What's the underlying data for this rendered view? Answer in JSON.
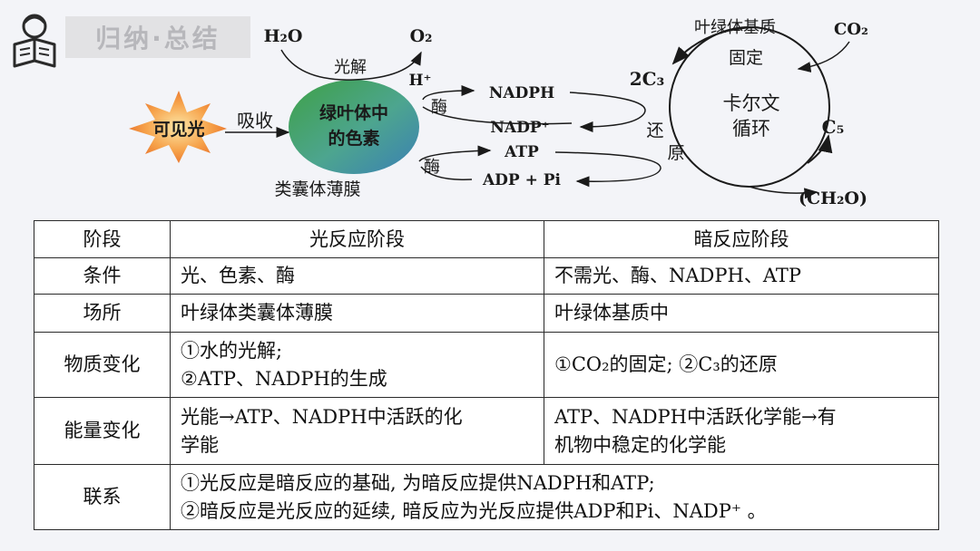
{
  "header": {
    "title": "归纳·总结",
    "icon": "reader-icon"
  },
  "diagram": {
    "light_source": "可见光",
    "absorb_label": "吸收",
    "pigment_line1": "绿叶体中",
    "pigment_line2": "的色素",
    "membrane_label": "类囊体薄膜",
    "water": "H₂O",
    "photolysis": "光解",
    "oxygen": "O₂",
    "proton": "H⁺",
    "enzyme_1": "酶",
    "enzyme_2": "酶",
    "nadph": "NADPH",
    "nadp": "NADP⁺",
    "atp": "ATP",
    "adp_pi": "ADP + Pi",
    "stroma_label": "叶绿体基质",
    "co2": "CO₂",
    "fixation": "固定",
    "c3": "2C₃",
    "calvin_line1": "卡尔文",
    "calvin_line2": "循环",
    "reduction_1": "还",
    "reduction_2": "原",
    "c5": "C₅",
    "product": "(CH₂O)"
  },
  "table": {
    "headers": [
      "阶段",
      "光反应阶段",
      "暗反应阶段"
    ],
    "rows": [
      {
        "stage": "条件",
        "light": [
          "光、色素、酶"
        ],
        "dark": [
          "不需光、酶、NADPH、ATP"
        ]
      },
      {
        "stage": "场所",
        "light": [
          "叶绿体类囊体薄膜"
        ],
        "dark": [
          "叶绿体基质中"
        ]
      },
      {
        "stage": "物质变化",
        "light": [
          "①水的光解;",
          "②ATP、NADPH的生成"
        ],
        "dark": [
          "①CO₂的固定;  ②C₃的还原"
        ]
      },
      {
        "stage": "能量变化",
        "light": [
          "光能→ATP、NADPH中活跃的化",
          "学能"
        ],
        "dark": [
          "ATP、NADPH中活跃化学能→有",
          "机物中稳定的化学能"
        ]
      }
    ],
    "relation": {
      "stage": "联系",
      "lines": [
        "①光反应是暗反应的基础, 为暗反应提供NADPH和ATP;",
        "②暗反应是光反应的延续, 暗反应为光反应提供ADP和Pi、NADP⁺ 。"
      ]
    }
  }
}
